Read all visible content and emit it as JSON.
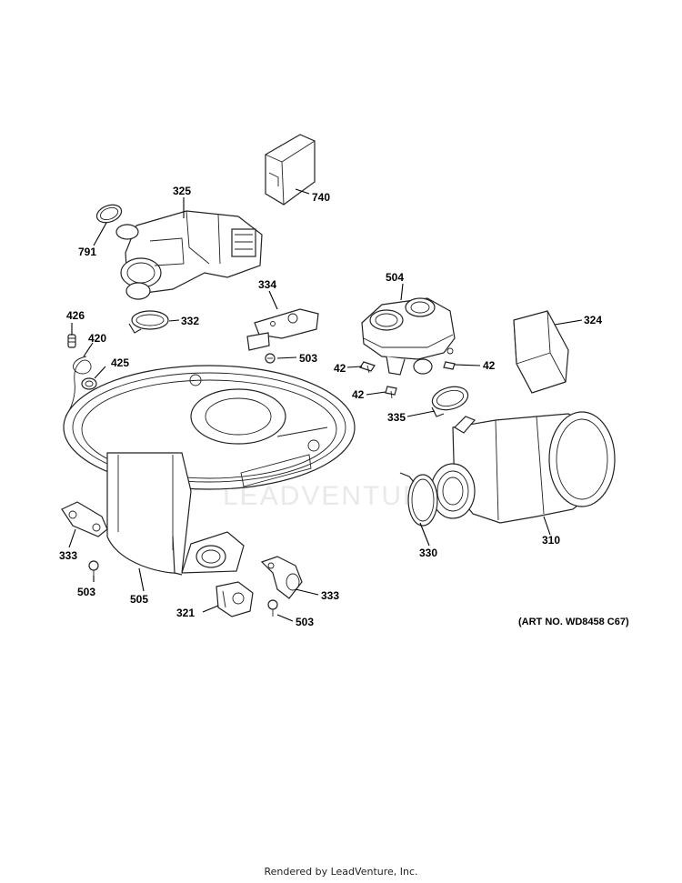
{
  "diagram": {
    "part_labels": {
      "p740": "740",
      "p325": "325",
      "p791": "791",
      "p334": "334",
      "p504": "504",
      "p324": "324",
      "p426": "426",
      "p332": "332",
      "p420": "420",
      "p503a": "503",
      "p425": "425",
      "p42a": "42",
      "p42b": "42",
      "p42c": "42",
      "p335": "335",
      "p330": "330",
      "p310": "310",
      "p333a": "333",
      "p503b": "503",
      "p505": "505",
      "p321": "321",
      "p333b": "333",
      "p503c": "503"
    },
    "art_number": "(ART NO. WD8458 C67)",
    "watermark": "LEADVENTURE"
  },
  "footer": {
    "text": "Rendered by LeadVenture, Inc."
  }
}
